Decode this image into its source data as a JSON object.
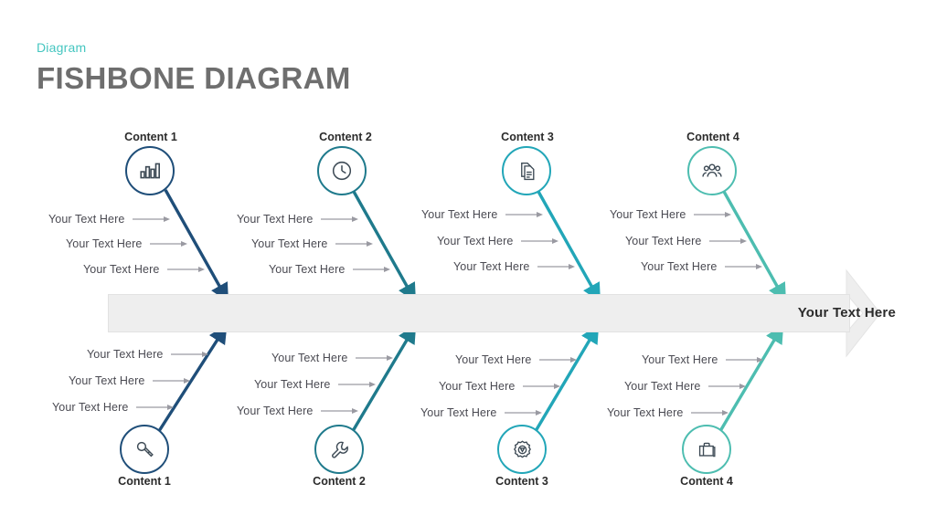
{
  "header": {
    "kicker": "Diagram",
    "title": "FISHBONE DIAGRAM",
    "kicker_color": "#45c6c0",
    "title_color": "#6e6e6e"
  },
  "spine": {
    "label": "Your Text Here",
    "fill_color": "#eeeeee",
    "border_color": "#e2e2e2"
  },
  "branch_colors": [
    "#1f4e79",
    "#1f7a8c",
    "#22a6b8",
    "#4dbdb0"
  ],
  "mini_arrow_color": "#9a9aa2",
  "top_branches": [
    {
      "label": "Content 1",
      "icon": "bar-chart-icon",
      "color": "#1f4e79",
      "rows": [
        "Your Text Here",
        "Your Text Here",
        "Your Text Here"
      ]
    },
    {
      "label": "Content 2",
      "icon": "clock-icon",
      "color": "#1f7a8c",
      "rows": [
        "Your Text Here",
        "Your Text Here",
        "Your Text Here"
      ]
    },
    {
      "label": "Content 3",
      "icon": "documents-icon",
      "color": "#22a6b8",
      "rows": [
        "Your Text Here",
        "Your Text Here",
        "Your Text Here"
      ]
    },
    {
      "label": "Content 4",
      "icon": "people-group-icon",
      "color": "#4dbdb0",
      "rows": [
        "Your Text Here",
        "Your Text Here",
        "Your Text Here"
      ]
    }
  ],
  "bottom_branches": [
    {
      "label": "Content 1",
      "icon": "microphone-icon",
      "color": "#1f4e79",
      "rows": [
        "Your Text Here",
        "Your Text Here",
        "Your Text Here"
      ]
    },
    {
      "label": "Content 2",
      "icon": "wrench-icon",
      "color": "#1f7a8c",
      "rows": [
        "Your Text Here",
        "Your Text Here",
        "Your Text Here"
      ]
    },
    {
      "label": "Content 3",
      "icon": "gear-icon",
      "color": "#22a6b8",
      "rows": [
        "Your Text Here",
        "Your Text Here",
        "Your Text Here"
      ]
    },
    {
      "label": "Content 4",
      "icon": "briefcase-icon",
      "color": "#4dbdb0",
      "rows": [
        "Your Text Here",
        "Your Text Here",
        "Your Text Here"
      ]
    }
  ]
}
